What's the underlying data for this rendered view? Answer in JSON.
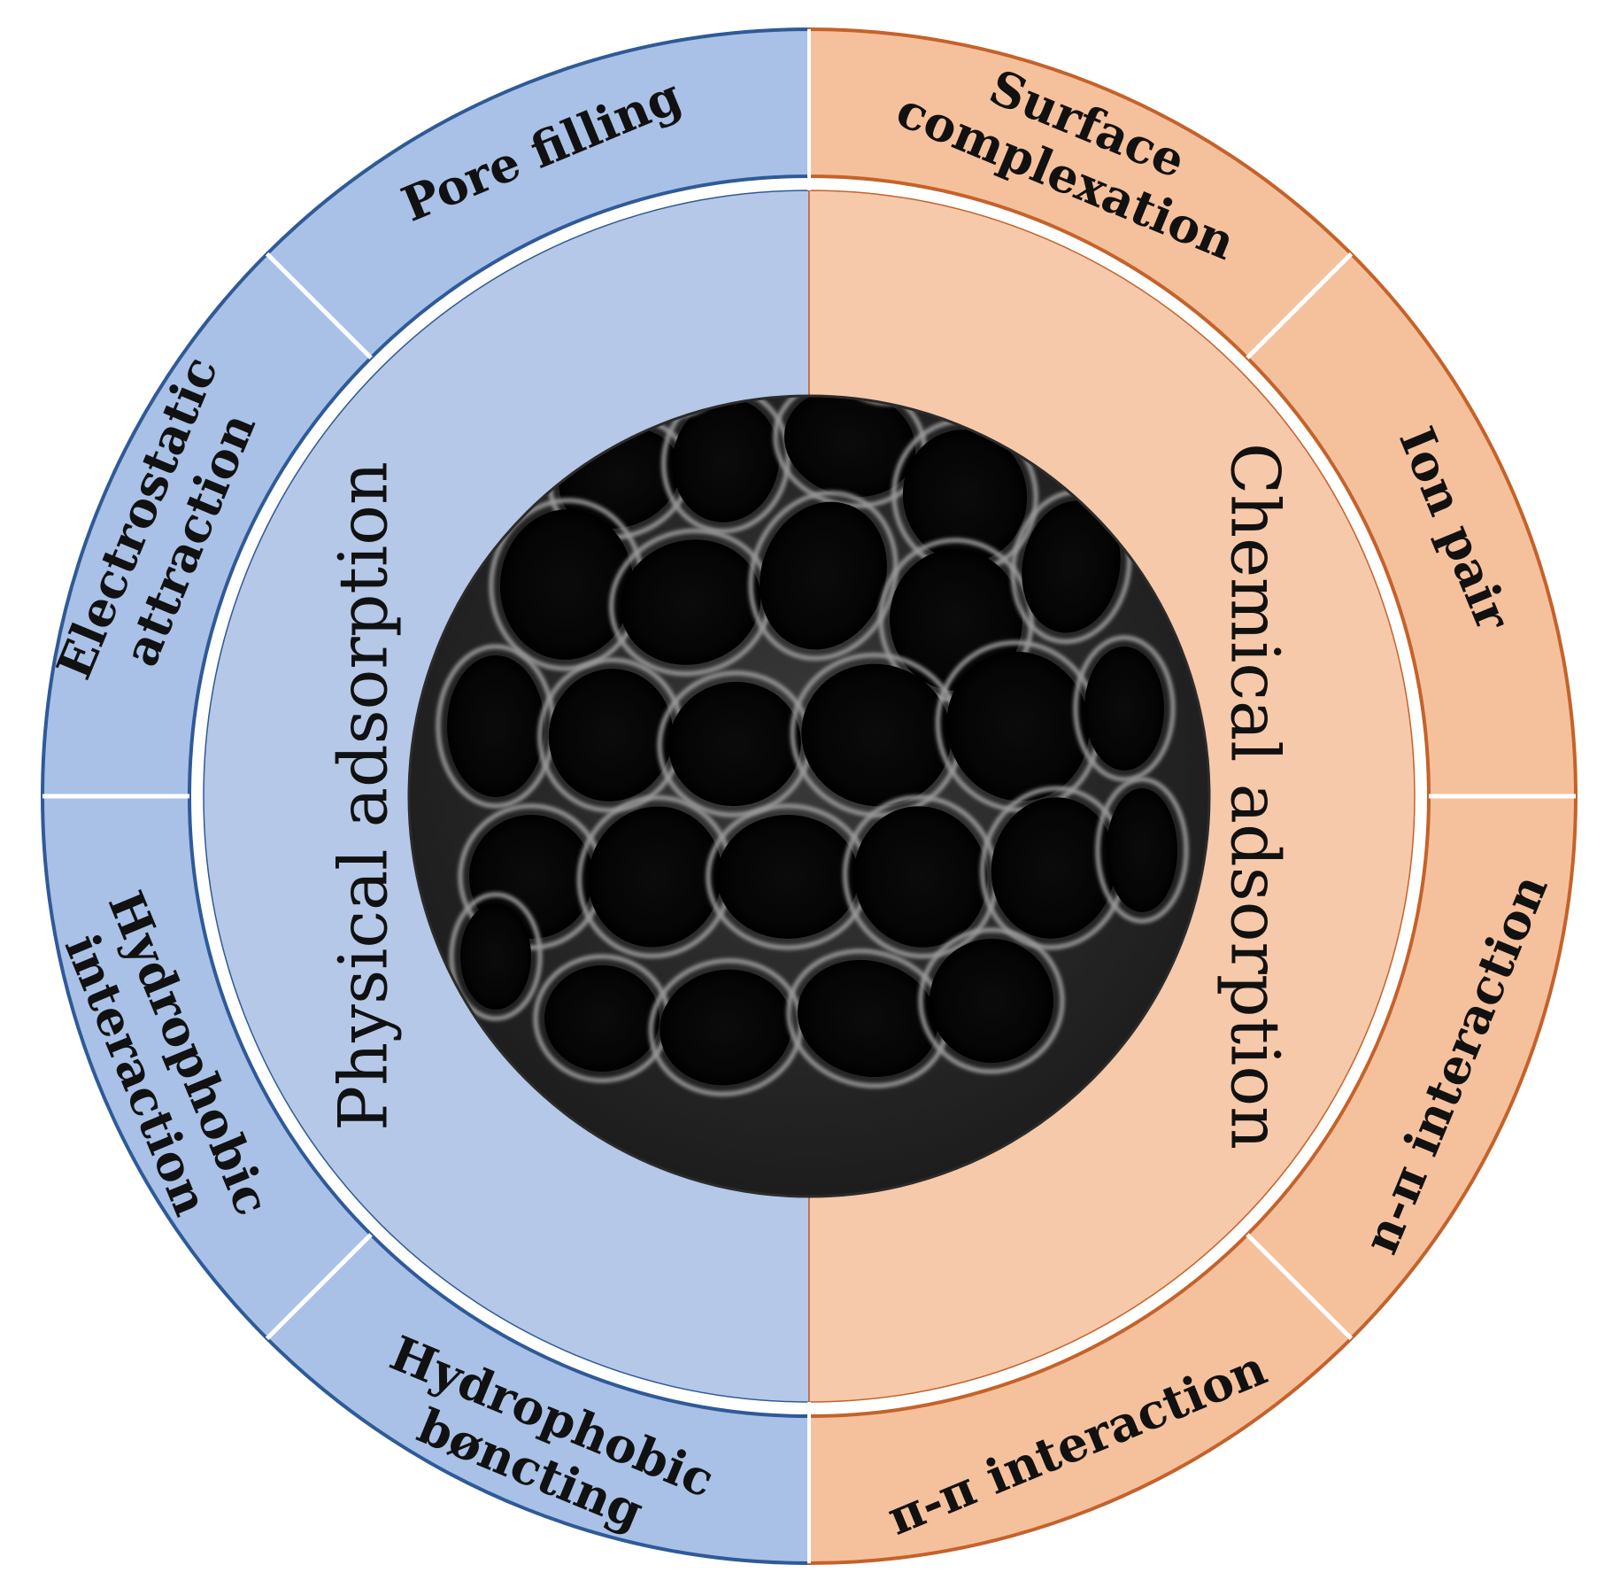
{
  "colors": {
    "physical_light": "#b5c8e8",
    "physical_outer": "#a9c1e6",
    "physical_border": "#2f5a98",
    "chemical_light": "#f6c9aa",
    "chemical_outer": "#f5c19c",
    "chemical_border": "#c5622a",
    "divider": "#ffffff"
  },
  "center_image": {
    "name": "porous-structure-micrograph",
    "description_icon": "sem-micrograph-icon"
  },
  "categories": {
    "physical": {
      "label": "Physical adsorption"
    },
    "chemical": {
      "label": "Chemical adsorption"
    }
  },
  "mechanisms": {
    "physical": [
      {
        "lines": [
          "Pore filling"
        ]
      },
      {
        "lines": [
          "Electrostatic",
          "attraction"
        ]
      },
      {
        "lines": [
          "Hydrophobic",
          "interaction"
        ]
      },
      {
        "lines": [
          "Hydrophobic",
          "bøncting"
        ]
      }
    ],
    "chemical": [
      {
        "lines": [
          "Surface",
          "complexation"
        ]
      },
      {
        "lines": [
          "Ion pair"
        ]
      },
      {
        "lines": [
          "n-π interaction"
        ]
      },
      {
        "lines": [
          "π-π interaction"
        ]
      }
    ]
  }
}
